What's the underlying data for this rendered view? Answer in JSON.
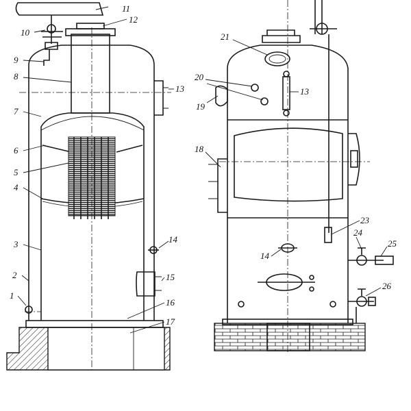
{
  "labels_left": [
    "11",
    "12",
    "10",
    "9",
    "8",
    "7",
    "6",
    "5",
    "4",
    "3",
    "2",
    "1",
    "13",
    "14",
    "15",
    "16",
    "17"
  ],
  "labels_right": [
    "21",
    "20",
    "19",
    "13",
    "18",
    "23",
    "14",
    "24",
    "25",
    "26"
  ]
}
